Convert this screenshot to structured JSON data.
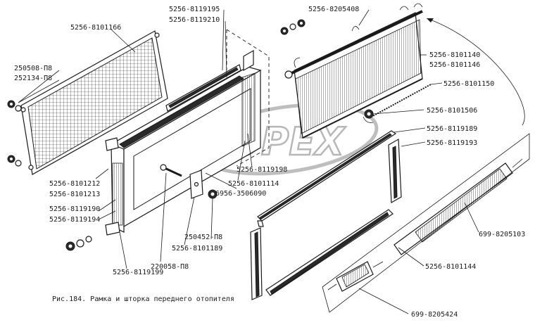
{
  "caption": "Рис.184. Рамка и шторка переднего отопителя",
  "watermark_text": "OPEX",
  "labels": [
    "5256-8101166",
    "250508-П8",
    "252134-П8",
    "5256-8101212",
    "5256-8101213",
    "5256-8119190",
    "5256-8119194",
    "5256-8119199",
    "220058-П8",
    "5256-8101189",
    "250452-П8",
    "6956-3506090",
    "5256-8101114",
    "5256-8119198",
    "5256-8119195",
    "5256-8119210",
    "5256-8205408",
    "5256-8101140",
    "5256-8101146",
    "5256-8101150",
    "5256-8101506",
    "5256-8119189",
    "5256-8119193",
    "699-8205103",
    "5256-8101144",
    "699-8205424"
  ]
}
